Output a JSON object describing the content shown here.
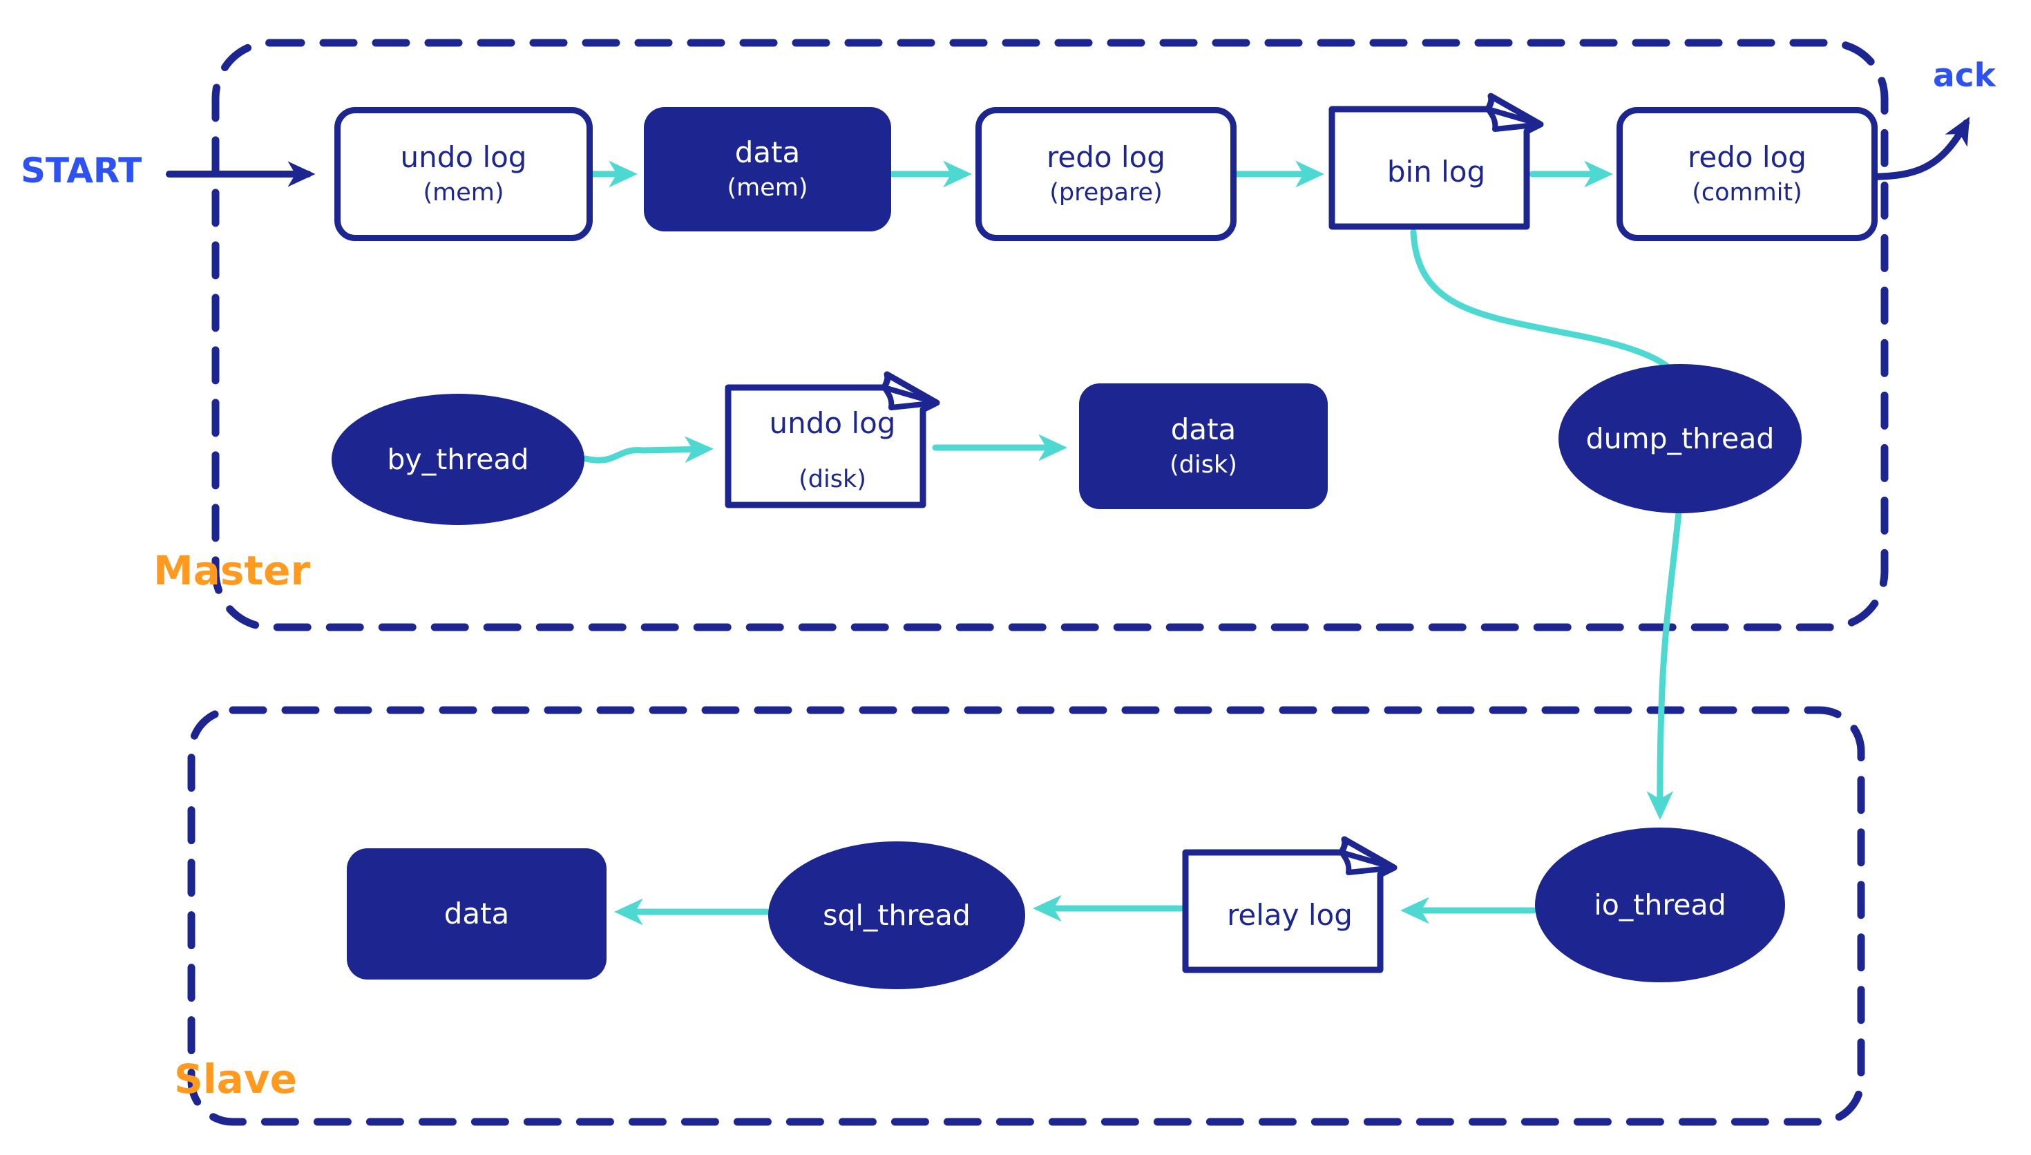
{
  "labels": {
    "start": "START",
    "ack": "ack"
  },
  "master": {
    "label": "Master",
    "nodes": {
      "undo_log_mem": {
        "title": "undo log",
        "subtitle": "(mem)"
      },
      "data_mem": {
        "title": "data",
        "subtitle": "(mem)"
      },
      "redo_log_prepare": {
        "title": "redo log",
        "subtitle": "(prepare)"
      },
      "bin_log": {
        "title": "bin log"
      },
      "redo_log_commit": {
        "title": "redo log",
        "subtitle": "(commit)"
      },
      "by_thread": {
        "title": "by_thread"
      },
      "undo_log_disk": {
        "title": "undo log",
        "subtitle": "(disk)"
      },
      "data_disk": {
        "title": "data",
        "subtitle": "(disk)"
      },
      "dump_thread": {
        "title": "dump_thread"
      }
    }
  },
  "slave": {
    "label": "Slave",
    "nodes": {
      "data": {
        "title": "data"
      },
      "sql_thread": {
        "title": "sql_thread"
      },
      "relay_log": {
        "title": "relay log"
      },
      "io_thread": {
        "title": "io_thread"
      }
    }
  },
  "edges": [
    {
      "from": "start-label",
      "to": "undo-log-mem",
      "color": "#1c2590",
      "style": "straight"
    },
    {
      "from": "undo-log-mem",
      "to": "data-mem",
      "color": "#4dd8d2",
      "style": "straight"
    },
    {
      "from": "data-mem",
      "to": "redo-log-prepare",
      "color": "#4dd8d2",
      "style": "straight"
    },
    {
      "from": "redo-log-prepare",
      "to": "bin-log",
      "color": "#4dd8d2",
      "style": "straight"
    },
    {
      "from": "bin-log",
      "to": "redo-log-commit",
      "color": "#4dd8d2",
      "style": "straight"
    },
    {
      "from": "redo-log-commit",
      "to": "ack-label",
      "color": "#1c2590",
      "style": "curved"
    },
    {
      "from": "bin-log",
      "to": "dump-thread",
      "color": "#4dd8d2",
      "style": "curved"
    },
    {
      "from": "by-thread",
      "to": "undo-log-disk",
      "color": "#4dd8d2",
      "style": "wavy"
    },
    {
      "from": "undo-log-disk",
      "to": "data-disk",
      "color": "#4dd8d2",
      "style": "straight"
    },
    {
      "from": "dump-thread",
      "to": "io-thread",
      "color": "#4dd8d2",
      "style": "curved"
    },
    {
      "from": "io-thread",
      "to": "relay-log",
      "color": "#4dd8d2",
      "style": "straight"
    },
    {
      "from": "relay-log",
      "to": "sql-thread",
      "color": "#4dd8d2",
      "style": "straight"
    },
    {
      "from": "sql-thread",
      "to": "data-slave",
      "color": "#4dd8d2",
      "style": "straight"
    }
  ],
  "colors": {
    "navy": "#1c2590",
    "cyan": "#4dd8d2",
    "blue": "#2e52f2",
    "orange": "#ff9a1e",
    "white": "#ffffff"
  }
}
